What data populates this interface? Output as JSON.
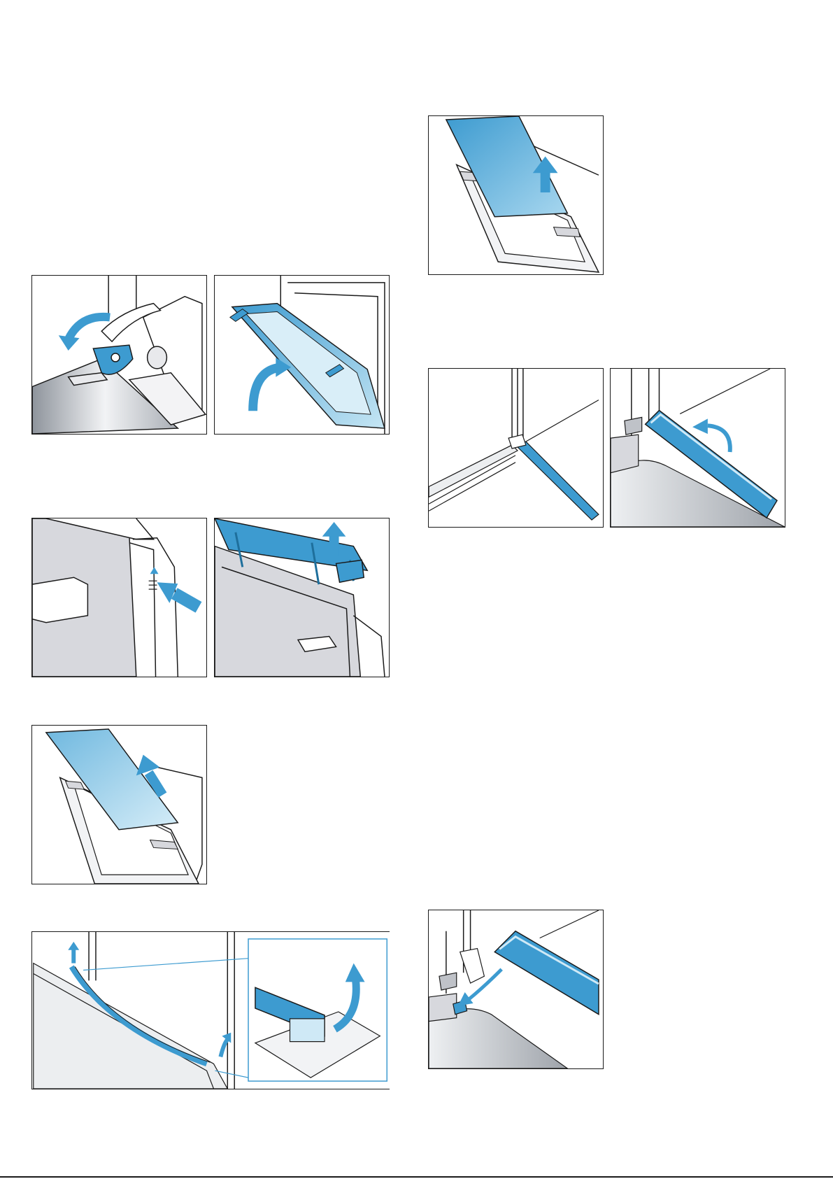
{
  "page": {
    "type": "appliance manual illustration page"
  },
  "colors": {
    "accent": "#3d9bd0",
    "accent_light": "#8ecbe8",
    "line": "#1a1a1a",
    "grey": "#c9cbd0"
  },
  "figures": [
    {
      "id": "hinge-lever",
      "icon": "curved-arrow-icon"
    },
    {
      "id": "door-close",
      "icon": "curved-arrow-icon"
    },
    {
      "id": "press-release",
      "icon": "arrow-icon"
    },
    {
      "id": "cover-remove",
      "icon": "arrow-up-icon"
    },
    {
      "id": "pane-lift",
      "icon": "arrow-up-icon"
    },
    {
      "id": "seal-remove-detail",
      "icon": "arrow-up-icon"
    },
    {
      "id": "pane-lift-right",
      "icon": "arrow-up-icon"
    },
    {
      "id": "seal-corner",
      "icon": "none"
    },
    {
      "id": "seal-tilt",
      "icon": "curved-arrow-icon"
    },
    {
      "id": "seal-insert",
      "icon": "curved-arrow-icon"
    }
  ]
}
